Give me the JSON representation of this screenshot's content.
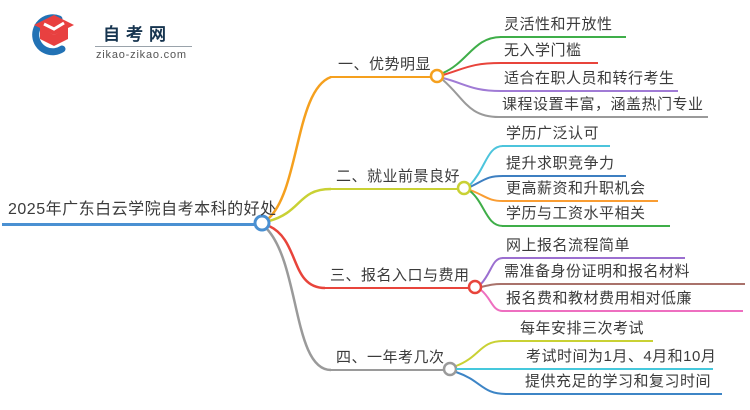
{
  "logo": {
    "site_name": "自考网",
    "site_url": "zikao-zikao.com"
  },
  "colors": {
    "text": "#3b3b3b",
    "root": "#4a90d2",
    "b1": "#f5a01e",
    "b1c1": "#3fae49",
    "b1c2": "#e8443b",
    "b1c3": "#a07bd5",
    "b1c4": "#9a9a9a",
    "b2": "#c9d134",
    "b2c1": "#4cc4dc",
    "b2c2": "#3d7fc1",
    "b2c3": "#f99d33",
    "b2c4": "#3fae49",
    "b3": "#e8443b",
    "b3c1": "#9b6fd0",
    "b3c2": "#a9726b",
    "b3c3": "#ee6fc0",
    "b4": "#9a9a9a",
    "b4c1": "#c9d134",
    "b4c2": "#45c8dc",
    "b4c3": "#3d85c6",
    "logo_blue": "#2272b5",
    "logo_red": "#e84040",
    "logo_text": "#16344f"
  },
  "mindmap": {
    "root": {
      "label": "2025年广东白云学院自考本科的好处"
    },
    "branches": [
      {
        "label": "一、优势明显",
        "children": [
          "灵活性和开放性",
          "无入学门槛",
          "适合在职人员和转行考生",
          "课程设置丰富，涵盖热门专业"
        ]
      },
      {
        "label": "二、就业前景良好",
        "children": [
          "学历广泛认可",
          "提升求职竞争力",
          "更高薪资和升职机会",
          "学历与工资水平相关"
        ]
      },
      {
        "label": "三、报名入口与费用",
        "children": [
          "网上报名流程简单",
          "需准备身份证明和报名材料",
          "报名费和教材费用相对低廉"
        ]
      },
      {
        "label": "四、一年考几次",
        "children": [
          "每年安排三次考试",
          "考试时间为1月、4月和10月",
          "提供充足的学习和复习时间"
        ]
      }
    ]
  }
}
